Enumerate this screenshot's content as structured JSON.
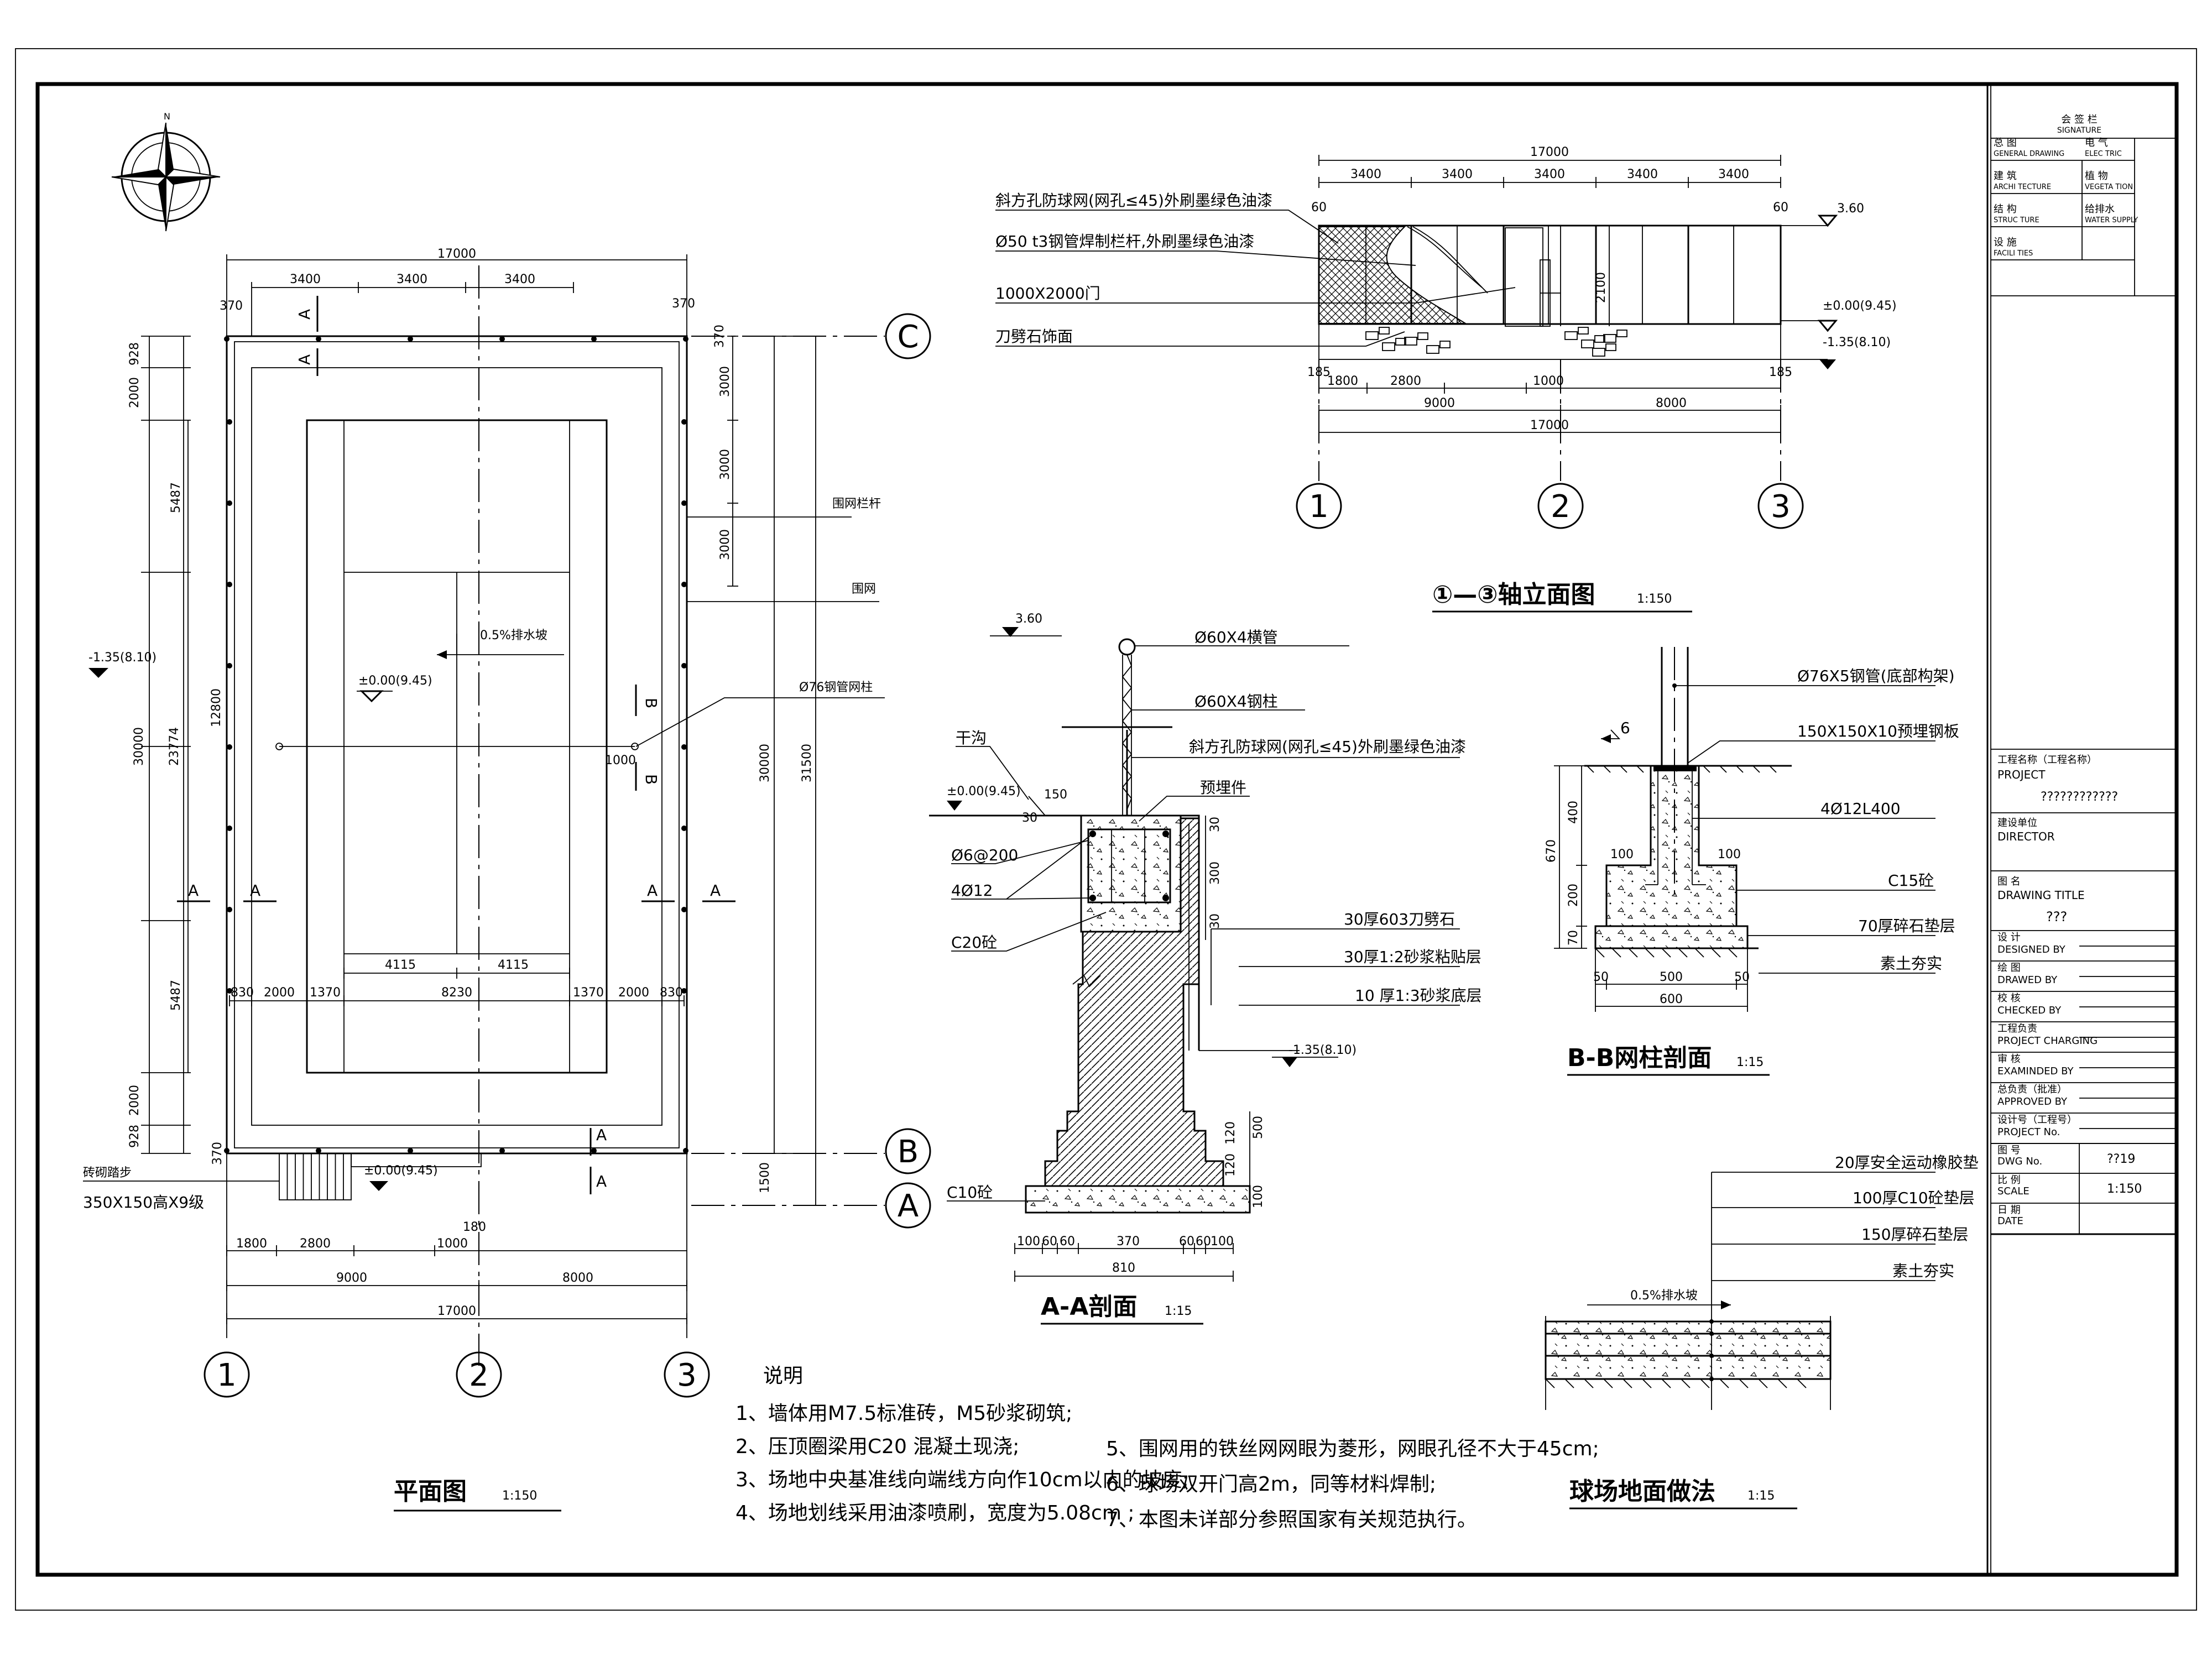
{
  "title_block": {
    "signature_cn": "会 签 栏",
    "signature_en": "SIGNATURE",
    "sign_cells": [
      {
        "cn": "总 图",
        "en": "GENERAL DRAWING"
      },
      {
        "cn": "电 气",
        "en": "ELEC TRIC"
      },
      {
        "cn": "建 筑",
        "en": "ARCHI TECTURE"
      },
      {
        "cn": "植 物",
        "en": "VEGETA TION"
      },
      {
        "cn": "结 构",
        "en": "STRUC TURE"
      },
      {
        "cn": "给排水",
        "en": "WATER SUPPLY"
      },
      {
        "cn": "设 施",
        "en": "FACILI TIES"
      }
    ],
    "project_label": "工程名称（工程名称）",
    "project_en": "PROJECT",
    "project_value": "????????????",
    "director_label": "建设单位",
    "director_en": "DIRECTOR",
    "drawing_title_label": "图 名",
    "drawing_title_en": "DRAWING TITLE",
    "drawing_title_value": "???",
    "rows": [
      {
        "cn": "设 计",
        "en": "DESIGNED  BY"
      },
      {
        "cn": "绘 图",
        "en": "DRAWED  BY"
      },
      {
        "cn": "校 核",
        "en": "CHECKED  BY"
      },
      {
        "cn": "工程负责",
        "en": "PROJECT CHARGING"
      },
      {
        "cn": "审 核",
        "en": "EXAMINDED  BY"
      },
      {
        "cn": "总负责（批准）",
        "en": "APPROVED  BY"
      },
      {
        "cn": "设计号（工程号）",
        "en": "PROJECT No."
      }
    ],
    "dwg_label": "图 号",
    "dwg_en": "DWG No.",
    "dwg_value": "??19",
    "scale_label": "比 例",
    "scale_en": "SCALE",
    "scale_value": "1:150",
    "date_label": "日 期",
    "date_en": "DATE"
  },
  "plan": {
    "title": "平面图",
    "scale": "1:150",
    "top_total": "17000",
    "top_dims": [
      "3400",
      "3400",
      "3400"
    ],
    "corner_370": "370",
    "left_dims": [
      "928",
      "2000",
      "5487",
      "12800",
      "5487",
      "2000",
      "928"
    ],
    "left_total": "30000",
    "left_inner": "23774",
    "right_dims": [
      "3000",
      "3000",
      "3000"
    ],
    "right_total_a": "30000",
    "right_total_b": "31500",
    "right_1500": "1500",
    "court_dims": [
      "830",
      "2000",
      "1370",
      "8230",
      "1370",
      "2000",
      "830"
    ],
    "half_dims": [
      "4115",
      "4115"
    ],
    "elev_main": "±0.00(9.45)",
    "elev_outer": "-1.35(8.10)",
    "elev_stair": "±0.00(9.45)",
    "slope": "0.5%排水坡",
    "net_post_gap": "1000",
    "label_railing": "围网栏杆",
    "label_fence": "围网",
    "label_post": "Ø76钢管网柱",
    "label_steps": "砖砌踏步",
    "label_steps_size": "350X150高X9级",
    "bottom_dims": [
      "1800",
      "2800",
      "1000"
    ],
    "bottom_mid": [
      "9000",
      "8000"
    ],
    "bottom_total": "17000",
    "stair_180": "180",
    "section_A": "A",
    "section_B": "B",
    "axes": [
      "1",
      "2",
      "3"
    ],
    "row_axes": [
      "C",
      "B",
      "A"
    ]
  },
  "elevation": {
    "title": "①—③轴立面图",
    "scale": "1:150",
    "top_total": "17000",
    "top_dims": [
      "3400",
      "3400",
      "3400",
      "3400",
      "3400"
    ],
    "edge_60": "60",
    "labels": [
      "斜方孔防球网(网孔≤45)外刷墨绿色油漆",
      "Ø50  t3钢管焊制栏杆,外刷墨绿色油漆",
      "1000X2000门",
      "刀劈石饰面"
    ],
    "h_2100": "2100",
    "elev_top": "3.60",
    "elev_zero": "±0.00(9.45)",
    "elev_neg": "-1.35(8.10)",
    "edge_185": "185",
    "bottom_dims": [
      "1800",
      "2800",
      "1000"
    ],
    "bottom_mid": [
      "9000",
      "8000"
    ],
    "bottom_total": "17000",
    "axes": [
      "1",
      "2",
      "3"
    ]
  },
  "section_aa": {
    "title": "A-A剖面",
    "scale": "1:15",
    "elev_top": "3.60",
    "elev_zero": "±0.00(9.45)",
    "elev_neg": "-1.35(8.10)",
    "labels_right": [
      "Ø60X4横管",
      "Ø60X4钢柱",
      "斜方孔防球网(网孔≤45)外刷墨绿色油漆",
      "预埋件",
      "30厚603刀劈石",
      "30厚1:2砂浆粘贴层",
      "10 厚1:3砂浆底层"
    ],
    "labels_left": [
      "干沟",
      "Ø6@200",
      "4Ø12",
      "C20砼",
      "C10砼"
    ],
    "dim_150": "150",
    "dim_30": "30",
    "dims_v": [
      "30",
      "300",
      "30",
      "500",
      "120",
      "120",
      "100"
    ],
    "bottom_dims": [
      "100",
      "60",
      "60",
      "370",
      "60",
      "60",
      "100"
    ],
    "bottom_total": "810"
  },
  "section_bb": {
    "title": "B-B网柱剖面",
    "scale": "1:15",
    "slope_mark": "6",
    "labels": [
      "Ø76X5钢管(底部构架)",
      "150X150X10预埋钢板",
      "4Ø12L400",
      "C15砼",
      "70厚碎石垫层",
      "素土夯实"
    ],
    "dims_v": [
      "400",
      "670",
      "200",
      "70"
    ],
    "dim_100a": "100",
    "dim_100b": "100",
    "bottom_dims": [
      "50",
      "500",
      "50"
    ],
    "bottom_total": "600"
  },
  "floor": {
    "title": "球场地面做法",
    "scale": "1:15",
    "slope": "0.5%排水坡",
    "labels": [
      "20厚安全运动橡胶垫",
      "100厚C10砼垫层",
      "150厚碎石垫层",
      "素土夯实"
    ]
  },
  "notes": {
    "heading": "说明",
    "items": [
      "1、墙体用M7.5标准砖，M5砂浆砌筑;",
      "2、压顶圈梁用C20 混凝土现浇;",
      "3、场地中央基准线向端线方向作10cm以内的坡度;",
      "4、场地划线采用油漆喷刷，宽度为5.08cm ;",
      "5、围网用的铁丝网网眼为菱形，网眼孔径不大于45cm;",
      "6、球场双开门高2m，同等材料焊制;",
      "7、本图未详部分参照国家有关规范执行。"
    ]
  }
}
